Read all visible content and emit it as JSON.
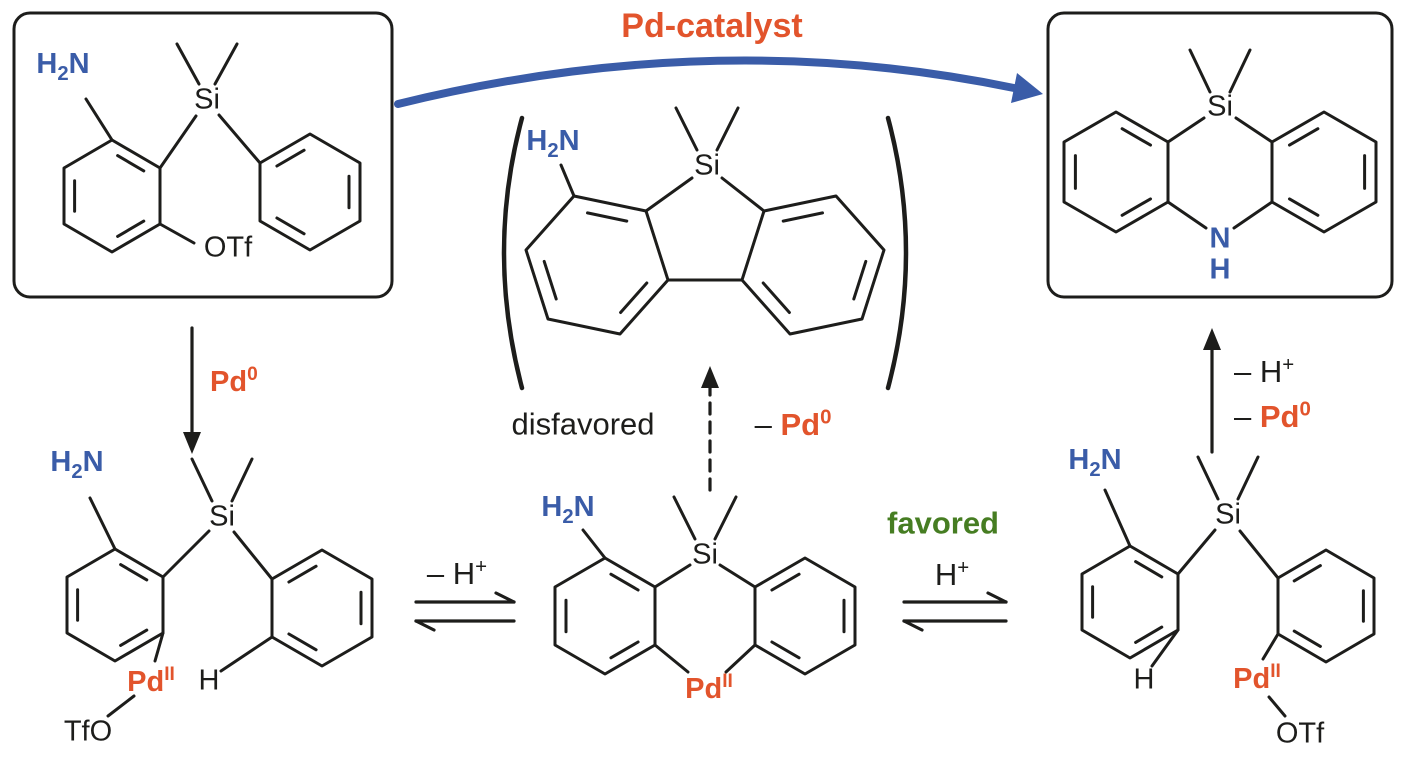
{
  "colors": {
    "ink": "#1d1d1b",
    "blue": "#3a5ca8",
    "orange": "#e2542c",
    "green": "#467d22"
  },
  "text": {
    "pd_catalyst": "Pd-catalyst",
    "disfavored": "disfavored",
    "favored": "favored",
    "minus": "–",
    "plus": "+",
    "pd": "Pd",
    "zero": "0",
    "roman_two": "II",
    "h": "H",
    "two": "2",
    "n": "N",
    "si": "Si",
    "otf": "OTf",
    "tfo": "TfO"
  }
}
